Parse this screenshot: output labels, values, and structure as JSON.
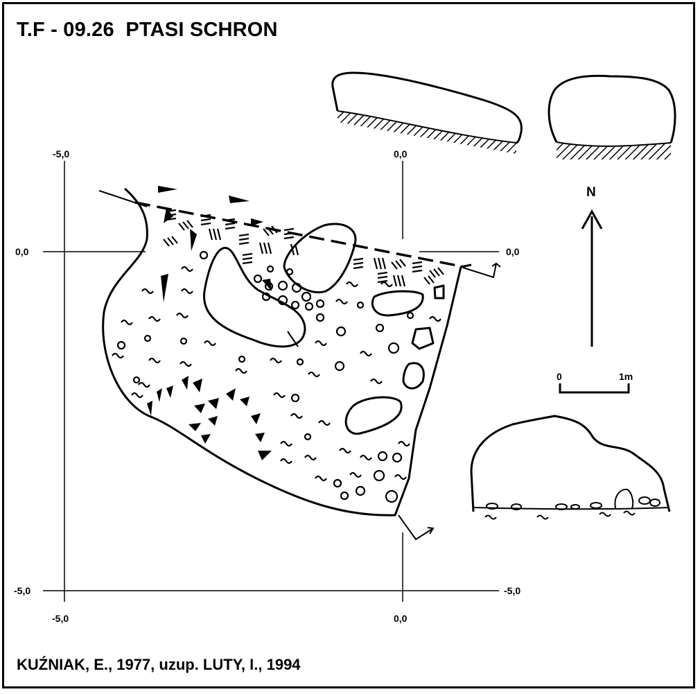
{
  "title": "T.F - 09.26  PTASI SCHRON",
  "credit": "KUŹNIAK, E., 1977, uzup. LUTY, I., 1994",
  "grid_labels": {
    "left_top": "-5,0",
    "center_top": "0,0",
    "left_mid": "0,0",
    "right_mid": "0,0",
    "left_bottom": "-5,0",
    "right_bottom": "-5,0",
    "bottom_left": "-5,0",
    "bottom_center": "0,0"
  },
  "north_label": "N",
  "scale": {
    "start": "0",
    "end": "1m"
  },
  "colors": {
    "ink": "#000000",
    "paper": "#ffffff"
  }
}
